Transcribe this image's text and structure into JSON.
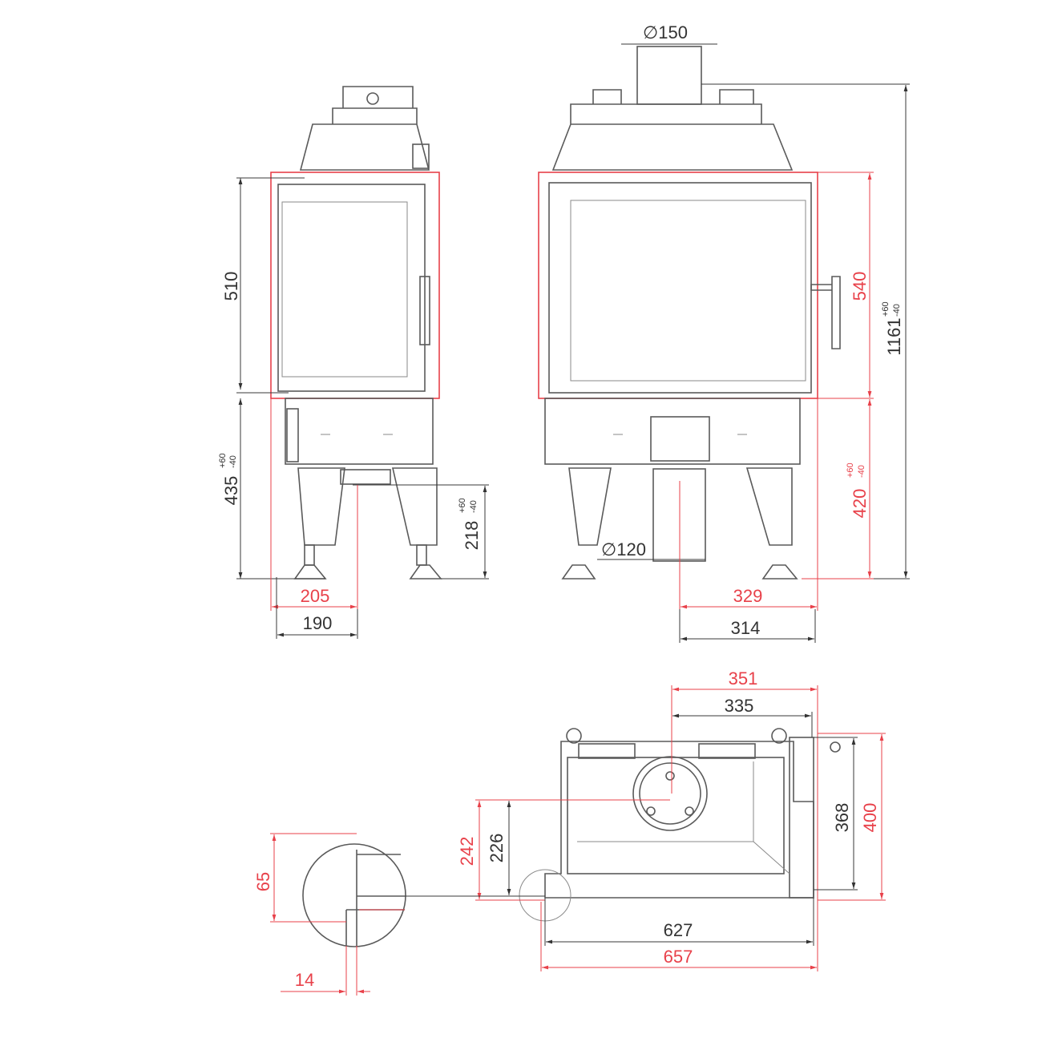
{
  "colors": {
    "metric_primary": "#e8414a",
    "metric_secondary": "#333333",
    "outline": "#5a5a5a"
  },
  "side_view": {
    "height_door": "510",
    "height_base": "435",
    "height_base_tol_plus": "+60",
    "height_base_tol_minus": "-40",
    "spigot_height": "218",
    "spigot_tol_plus": "+60",
    "spigot_tol_minus": "-40",
    "depth_red": "205",
    "depth_black": "190"
  },
  "front_view": {
    "flue_diameter": "150",
    "air_inlet_diameter": "120",
    "diameter_symbol": "∅",
    "height_frame_red": "540",
    "height_base_red": "420",
    "height_base_tol_plus": "+60",
    "height_base_tol_minus": "-40",
    "total_height": "1161",
    "total_tol_plus": "+60",
    "total_tol_minus": "-40",
    "offset_red": "329",
    "offset_black": "314"
  },
  "plan_view": {
    "flue_offset_red": "351",
    "flue_offset_black": "335",
    "depth_black": "368",
    "depth_red": "400",
    "flue_depth_red": "242",
    "flue_depth_black": "226",
    "width_black": "627",
    "width_red": "657"
  },
  "detail_view": {
    "frame_height": "65",
    "frame_thickness": "14"
  }
}
